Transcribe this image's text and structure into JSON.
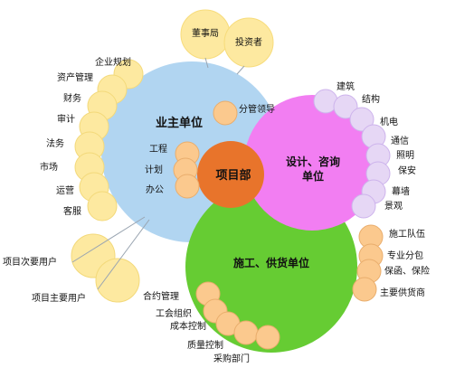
{
  "hub": "项目部",
  "owner": {
    "title": "业主单位",
    "items": [
      "工程",
      "计划",
      "办公"
    ],
    "sub_items": [
      "分管领导"
    ],
    "top": [
      "董事局",
      "投资者"
    ],
    "left": [
      "企业规划",
      "资产管理",
      "财务",
      "审计",
      "法务",
      "市场",
      "运营",
      "客服"
    ],
    "users": [
      "项目次要用户",
      "项目主要用户"
    ]
  },
  "design": {
    "title_line1": "设计、咨询",
    "title_line2": "单位",
    "right": [
      "建筑",
      "结构",
      "机电",
      "通信",
      "照明",
      "保安",
      "幕墙",
      "景观"
    ]
  },
  "construction": {
    "title": "施工、供货单位",
    "right": [
      "施工队伍",
      "专业分包",
      "保函、保险",
      "主要供货商"
    ],
    "bottom": [
      "合约管理",
      "工会组织",
      "成本控制",
      "质量控制",
      "采购部门"
    ]
  },
  "colors": {
    "owner": "#a9d0ef",
    "design": "#f27ef2",
    "construction": "#66cc33",
    "hub": "#e8742b",
    "bubble_yellow": "#fde9a0",
    "bubble_orange": "#fbc98e",
    "bubble_lavender": "#e6d7f5"
  }
}
